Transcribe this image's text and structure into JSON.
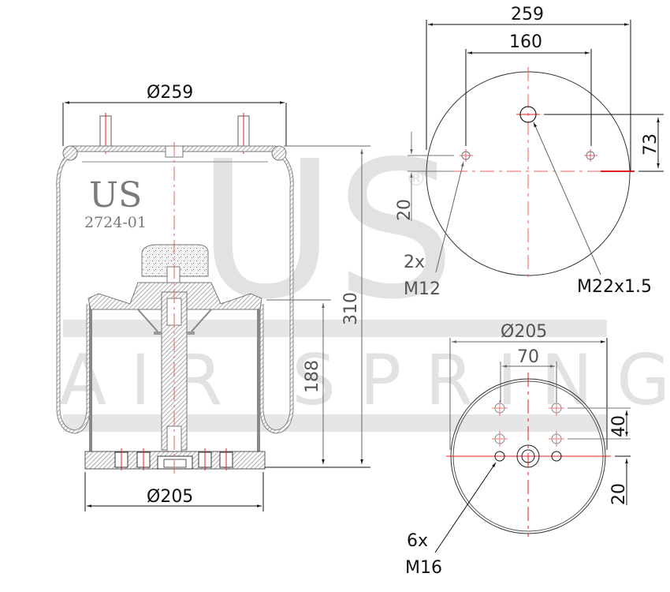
{
  "watermark": {
    "big_text": "US",
    "band_text": "AIR SPRING",
    "registered_mark": "®",
    "color": "#e2e2e2"
  },
  "side_view": {
    "brand_label": "US",
    "part_number": "2724-01",
    "dim_top_diameter": "Ø259",
    "dim_bottom_diameter": "Ø205",
    "dim_overall_height": "310",
    "dim_piston_height": "188"
  },
  "top_view": {
    "dim_overall_width": "259",
    "dim_stud_spacing": "160",
    "dim_center_offset": "73",
    "dim_stud_offset": "20",
    "stud_callout_qty": "2x",
    "stud_callout_thread": "M12",
    "center_callout_thread": "M22x1.5"
  },
  "bottom_view": {
    "dim_diameter": "Ø205",
    "dim_hole_spacing": "70",
    "dim_row_spacing": "40",
    "dim_offset": "20",
    "hole_callout_qty": "6x",
    "hole_callout_thread": "M16"
  },
  "colors": {
    "outline": "#7a7a7a",
    "dimension": "#111111",
    "centerline": "#e02020"
  }
}
